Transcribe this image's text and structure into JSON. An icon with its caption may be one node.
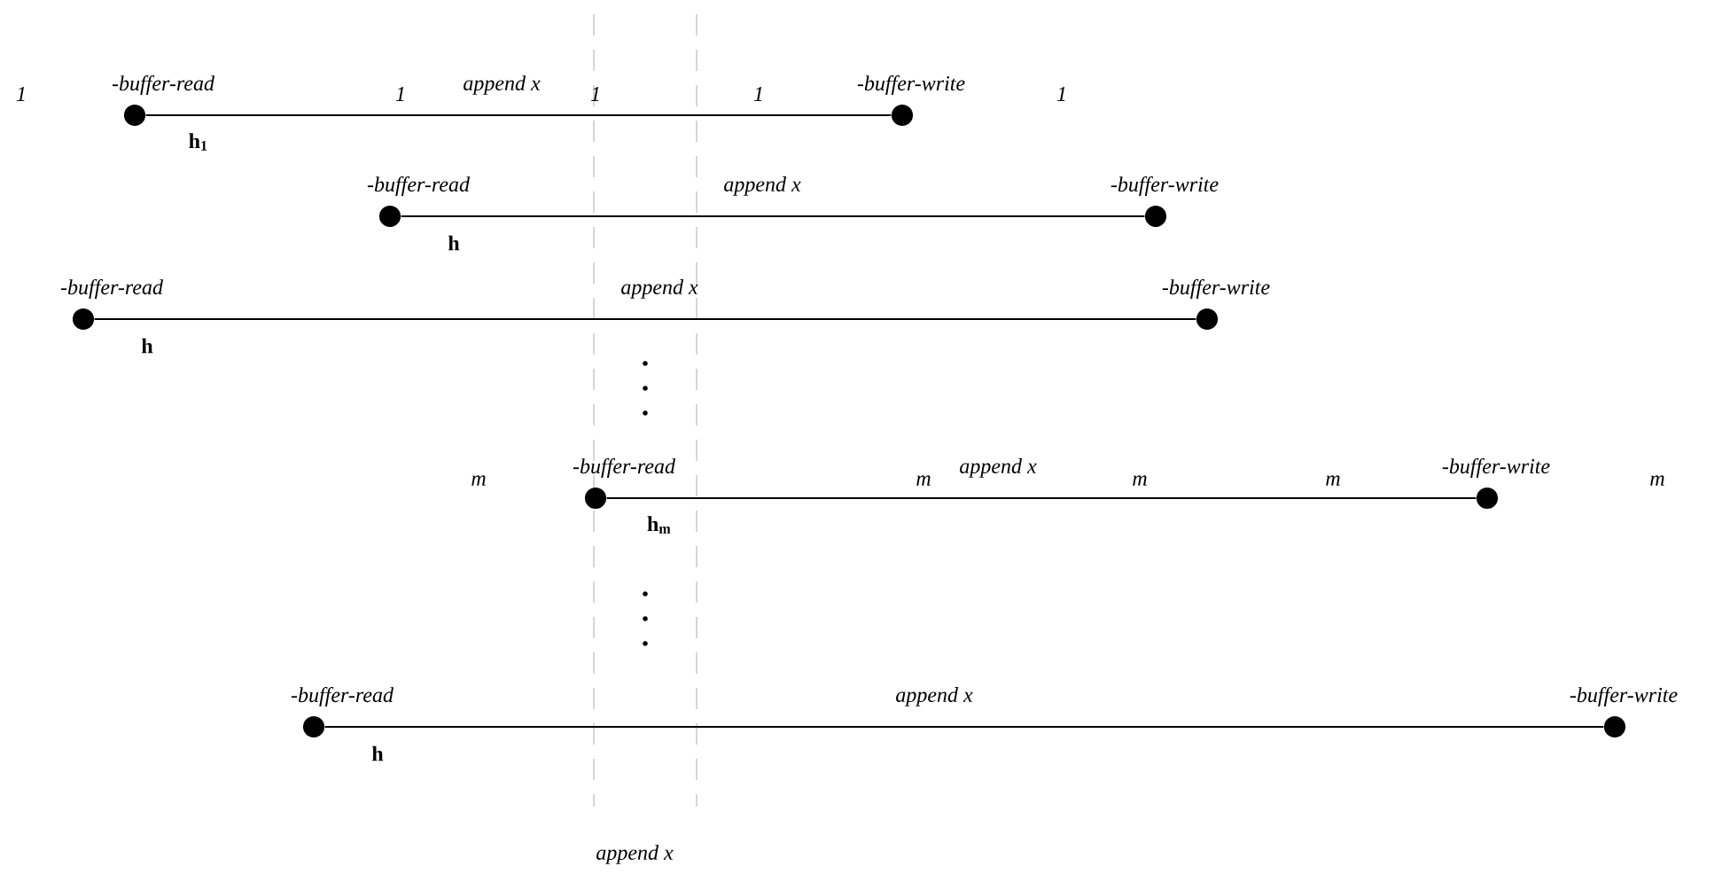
{
  "diagram": {
    "nodes": [
      {
        "text": [
          "-buffer-read"
        ],
        "beside": [
          "h$_{1}$"
        ]
      },
      {
        "text": [
          "-buffer-write"
        ]
      },
      {
        "text": [
          "-buffer-read"
        ],
        "beside": [
          "h"
        ]
      },
      {
        "text": [
          "-buffer-write"
        ]
      },
      {
        "text": [
          "-buffer-read"
        ],
        "beside": [
          "h"
        ]
      },
      {
        "text": [
          "-buffer-write"
        ]
      },
      {
        "text": [
          "-buffer-read"
        ],
        "beside": [
          "h$_{m}$"
        ]
      },
      {
        "text": [
          "-buffer-write"
        ]
      },
      {
        "text": [
          "-buffer-read"
        ],
        "beside": [
          "h"
        ]
      },
      {
        "text": [
          "-buffer-write"
        ]
      }
    ],
    "edges": [
      {
        "from": 0,
        "to": 1,
        "arrow": "none",
        "label": "append x"
      },
      {
        "from": 2,
        "to": 3,
        "arrow": "none",
        "label": "append x"
      },
      {
        "from": 4,
        "to": 5,
        "arrow": "none",
        "label": "append x"
      },
      {
        "from": 6,
        "to": 7,
        "arrow": "none",
        "label": "append x"
      },
      {
        "from": 8,
        "to": 9,
        "arrow": "none",
        "label": "append x"
      }
    ],
    "labels": [
      "1",
      "1",
      "1",
      "1",
      "1",
      "m",
      "m",
      "m",
      "m",
      "m",
      "append x"
    ]
  }
}
